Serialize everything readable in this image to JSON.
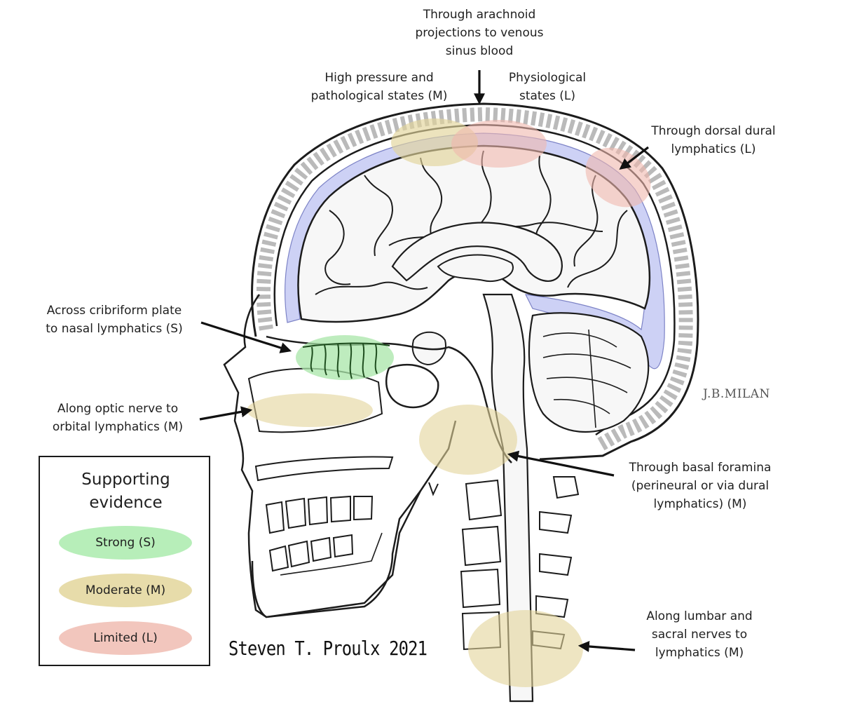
{
  "labels": {
    "arachnoid": [
      "Through arachnoid",
      "projections to venous",
      "sinus blood"
    ],
    "high_pressure": [
      "High pressure and",
      "pathological states (M)"
    ],
    "physiological": [
      "Physiological",
      "states (L)"
    ],
    "dorsal_dural": [
      "Through dorsal dural",
      "lymphatics (L)"
    ],
    "cribriform": [
      "Across cribriform plate",
      "to nasal lymphatics (S)"
    ],
    "optic": [
      "Along optic nerve to",
      "orbital lymphatics (M)"
    ],
    "basal": [
      "Through basal foramina",
      "(perineural or via dural",
      "lymphatics) (M)"
    ],
    "lumbar": [
      "Along lumbar and",
      "sacral nerves to",
      "lymphatics (M)"
    ]
  },
  "legend": {
    "title": [
      "Supporting",
      "evidence"
    ],
    "items": [
      {
        "label": "Strong (S)",
        "color": "#b7eeb9"
      },
      {
        "label": "Moderate (M)",
        "color": "#e7dcaa"
      },
      {
        "label": "Limited (L)",
        "color": "#f2c6bd"
      }
    ]
  },
  "credit": "Steven T. Proulx 2021",
  "signature": "J.B.MILAN",
  "colors": {
    "csf_space": "#c8cdf5",
    "strong": "#a8e6a8",
    "moderate": "#e2d49a",
    "limited": "#f0b8ae",
    "outline": "#1c1c1c",
    "cribriform_nerves": "#1f4e1f"
  }
}
